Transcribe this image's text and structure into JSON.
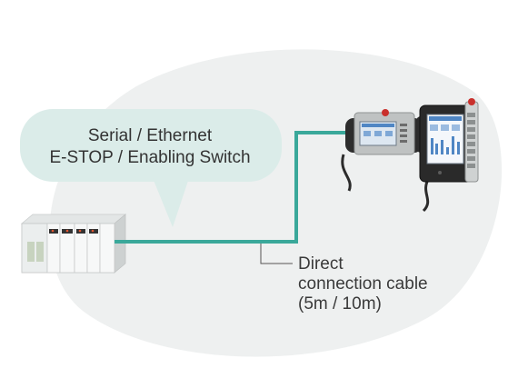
{
  "bubble": {
    "line1": "Serial / Ethernet",
    "line2": "E-STOP / Enabling Switch"
  },
  "cable": {
    "line1": "Direct",
    "line2": "connection cable",
    "line3": "(5m / 10m)"
  },
  "colors": {
    "background_blob": "#eef0f0",
    "bubble": "#dbece9",
    "cable": "#3aa89a",
    "leader_line": "#555555"
  }
}
